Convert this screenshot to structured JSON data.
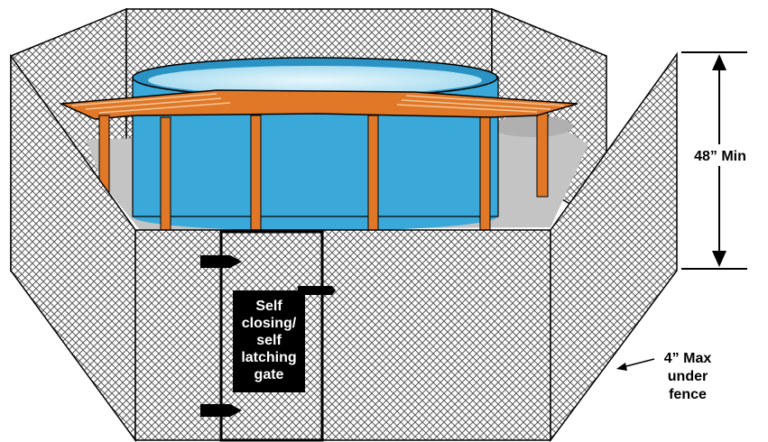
{
  "labels": {
    "height_min": "48” Min",
    "gap_max": [
      "4” Max",
      "under",
      "fence"
    ],
    "gate": [
      "Self",
      "closing/",
      "self",
      "latching",
      "gate"
    ]
  },
  "colors": {
    "water": "#3aa8d8",
    "water_surface": "#b8e4f3",
    "deck": "#e07828",
    "deck_stripe": "#f3c79a",
    "ground": "#c4c4c4",
    "fence_mesh": "#5a5a5a",
    "gate_label_bg": "#000000"
  }
}
